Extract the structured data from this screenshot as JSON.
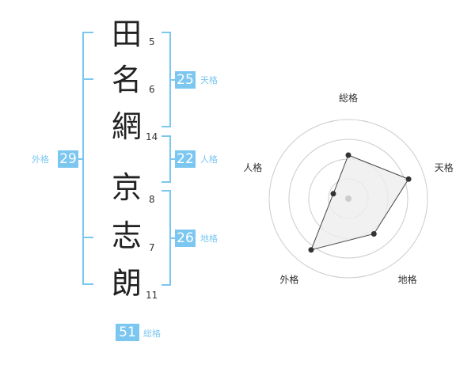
{
  "name": {
    "family": [
      {
        "char": "田",
        "strokes": "5"
      },
      {
        "char": "名",
        "strokes": "6"
      },
      {
        "char": "網",
        "strokes": "14"
      }
    ],
    "given": [
      {
        "char": "京",
        "strokes": "8"
      },
      {
        "char": "志",
        "strokes": "7"
      },
      {
        "char": "朗",
        "strokes": "11"
      }
    ]
  },
  "fortunes": {
    "tenkaku": {
      "value": "25",
      "label": "天格"
    },
    "jinkaku": {
      "value": "22",
      "label": "人格"
    },
    "chikaku": {
      "value": "26",
      "label": "地格"
    },
    "gaikaku": {
      "value": "29",
      "label": "外格"
    },
    "soukaku": {
      "value": "51",
      "label": "総格"
    }
  },
  "colors": {
    "accent": "#7cc7f0",
    "text": "#222222",
    "grid": "#cccccc",
    "fill": "#eeeeee"
  },
  "radar": {
    "axes": [
      "総格",
      "天格",
      "地格",
      "外格",
      "人格"
    ],
    "levels": [
      0.55,
      0.8,
      0.55,
      0.8,
      0.2
    ],
    "max": 1,
    "rings": 4
  }
}
